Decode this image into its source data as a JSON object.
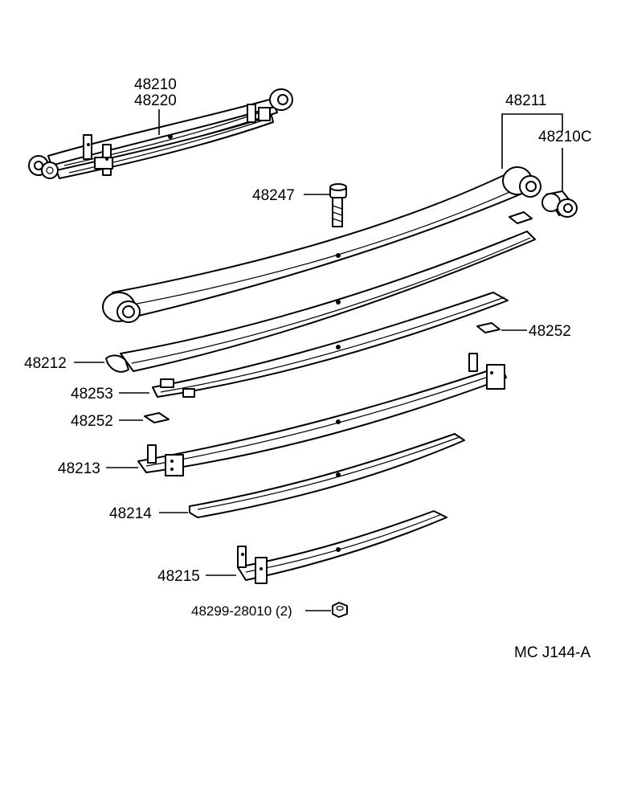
{
  "labels": {
    "assy_a": "48210",
    "assy_b": "48220",
    "main_leaf": "48211",
    "bushing": "48210C",
    "center_bolt": "48247",
    "leaf_2": "48212",
    "insert_right": "48252",
    "leaf_liner": "48253",
    "insert_left": "48252",
    "leaf_3": "48213",
    "leaf_4": "48214",
    "leaf_5": "48215",
    "nut": "48299-28010 (2)",
    "code": "MC  J144-A"
  }
}
